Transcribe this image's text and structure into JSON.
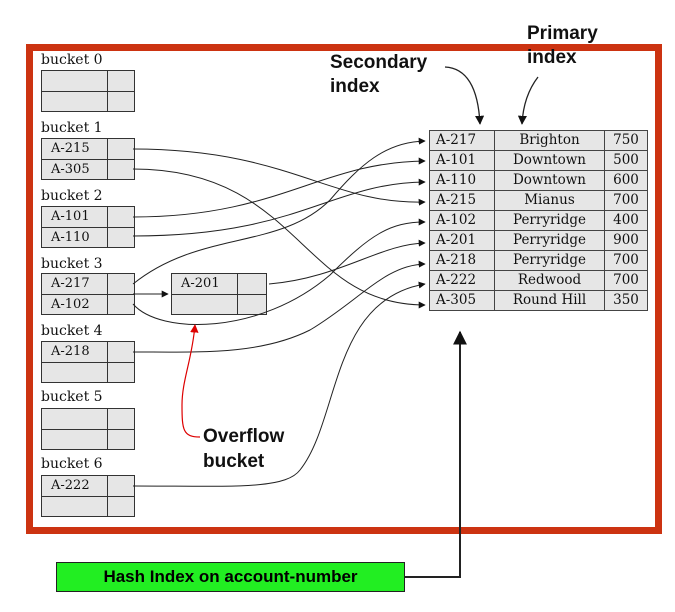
{
  "buckets": [
    {
      "label": "bucket 0",
      "keys": [
        "",
        ""
      ]
    },
    {
      "label": "bucket 1",
      "keys": [
        "A-215",
        "A-305"
      ]
    },
    {
      "label": "bucket 2",
      "keys": [
        "A-101",
        "A-110"
      ]
    },
    {
      "label": "bucket 3",
      "keys": [
        "A-217",
        "A-102"
      ]
    },
    {
      "label": "bucket 4",
      "keys": [
        "A-218",
        ""
      ]
    },
    {
      "label": "bucket 5",
      "keys": [
        "",
        ""
      ]
    },
    {
      "label": "bucket 6",
      "keys": [
        "A-222",
        ""
      ]
    }
  ],
  "overflow_bucket": {
    "keys": [
      "A-201",
      ""
    ]
  },
  "relation": [
    {
      "account": "A-217",
      "branch": "Brighton",
      "balance": "750"
    },
    {
      "account": "A-101",
      "branch": "Downtown",
      "balance": "500"
    },
    {
      "account": "A-110",
      "branch": "Downtown",
      "balance": "600"
    },
    {
      "account": "A-215",
      "branch": "Mianus",
      "balance": "700"
    },
    {
      "account": "A-102",
      "branch": "Perryridge",
      "balance": "400"
    },
    {
      "account": "A-201",
      "branch": "Perryridge",
      "balance": "900"
    },
    {
      "account": "A-218",
      "branch": "Perryridge",
      "balance": "700"
    },
    {
      "account": "A-222",
      "branch": "Redwood",
      "balance": "700"
    },
    {
      "account": "A-305",
      "branch": "Round Hill",
      "balance": "350"
    }
  ],
  "annotations": {
    "secondary_index_line1": "Secondary",
    "secondary_index_line2": "index",
    "primary_index_line1": "Primary",
    "primary_index_line2": "index",
    "overflow_line1": "Overflow",
    "overflow_line2": "bucket",
    "hash_index": "Hash Index on account-number"
  },
  "colors": {
    "frame": "#cc3311",
    "cell_fill": "#e6e6e6",
    "hash_label_fill": "#22ee22",
    "overflow_arrow": "#dd0000"
  }
}
